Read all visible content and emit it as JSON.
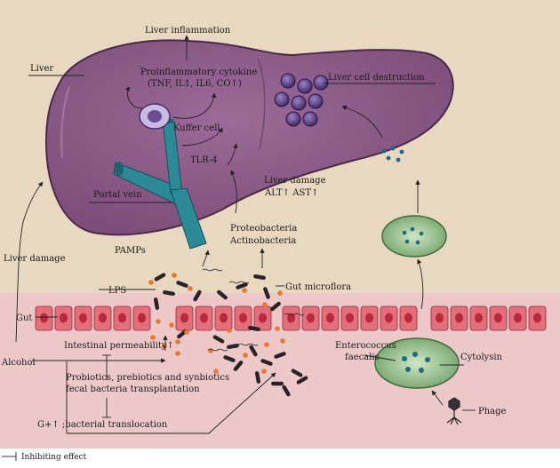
{
  "labels": {
    "liver_inflammation": "Liver inflammation",
    "liver": "Liver",
    "proinflammatory_1": "Proinflammatory cytokine",
    "proinflammatory_2": "(TNF, IL1, IL6, CO↑)",
    "kuffer": "Kuffer cell",
    "liver_cell_destruction": "Liver cell destruction",
    "tlr4": "TLR-4",
    "portal_vein": "Portal vein",
    "liver_damage_top": "Liver damage",
    "alt_ast": "ALT↑  AST↑",
    "proteobacteria": "Proteobacteria",
    "actinobacteria": "Actinobacteria",
    "pamps": "PAMPs",
    "liver_damage_left": "Liver damage",
    "lps": "LPS",
    "gut_microflora": "Gut microflora",
    "gut": "Gut",
    "intestinal_permeability": "Intestinal permeability↑",
    "alcohol": "Alcohol",
    "probiotics_1": "Probiotics, prebiotics and synbiotics",
    "probiotics_2": "fecal bacteria transplantation",
    "translocation": "G+↑ ;bacterial translocation",
    "enterococcus_1": "Enterococcus",
    "enterococcus_2": "faecalis",
    "cytolysin": "Cytolysin",
    "phage": "Phage",
    "legend_inhibiting": "Inhibiting effect"
  },
  "colors": {
    "background_top": "#e8d8bf",
    "background_gut": "#ecc9c8",
    "liver_fill": "#8a5a87",
    "liver_stroke": "#4a2a48",
    "portal_vein": "#2b8a96",
    "gut_cell": "#e46e7a",
    "gut_nucleus": "#b9283b",
    "bacterium_dark": "#2a2226",
    "bacterium_orange": "#e8782a",
    "enterococcus_fill": "#8fbf88",
    "enterococcus_dots": "#1e6a80",
    "destroyed_cell": "#4a2e6e"
  }
}
